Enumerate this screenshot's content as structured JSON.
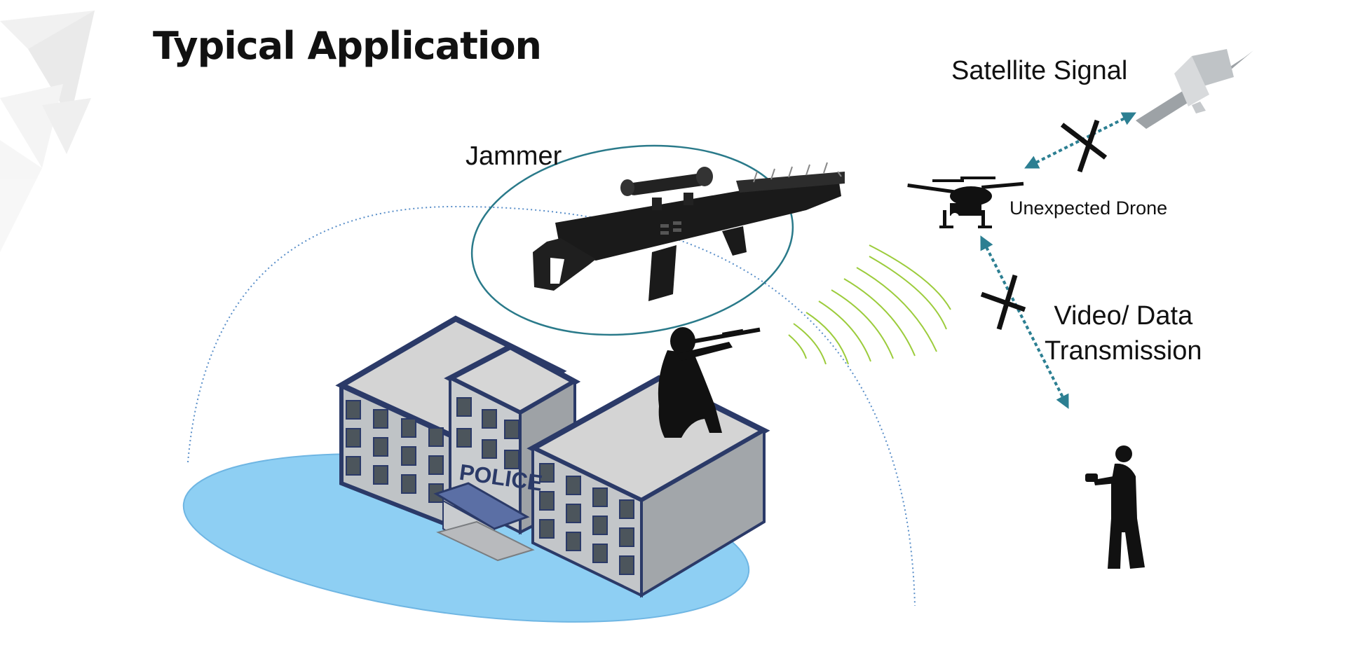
{
  "title": "Typical Application",
  "labels": {
    "jammer": "Jammer",
    "satellite_signal": "Satellite Signal",
    "unexpected_drone": "Unexpected Drone",
    "video_data_line1": "Video/ Data",
    "video_data_line2": "Transmission",
    "building_sign": "POLICE"
  },
  "colors": {
    "ground_fill": "#8ecff3",
    "dome_stroke": "#5a8fc9",
    "jammer_ring": "#2a7a8a",
    "signal_waves": "#9ccc3c",
    "link_arrows": "#2c7f92",
    "building_trim": "#2b3a68",
    "silhouette": "#111111"
  },
  "icons": [
    "background-shard-logo",
    "satellite-icon",
    "drone-icon",
    "jammer-gun-icon",
    "sniper-silhouette-icon",
    "operator-silhouette-icon",
    "blocked-cross-icon",
    "police-building-icon"
  ]
}
